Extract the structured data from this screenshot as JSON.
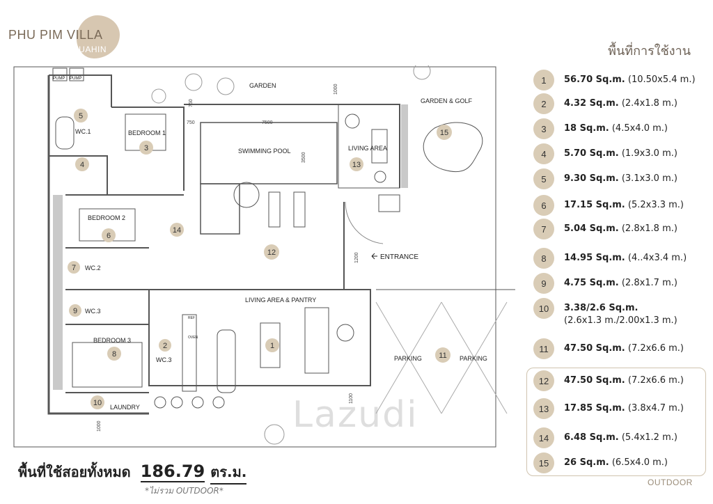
{
  "brand": {
    "name": "PHU PIM VILLA",
    "sub": "HUAHIN"
  },
  "legend_title": "พื้นที่การใช้งาน",
  "legend": [
    {
      "num": "1",
      "area": "56.70 Sq.m.",
      "dims": "(10.50x5.4 m.)"
    },
    {
      "num": "2",
      "area": "4.32 Sq.m.",
      "dims": "(2.4x1.8 m.)"
    },
    {
      "num": "3",
      "area": "18 Sq.m.",
      "dims": "(4.5x4.0 m.)"
    },
    {
      "num": "4",
      "area": "5.70 Sq.m.",
      "dims": "(1.9x3.0 m.)"
    },
    {
      "num": "5",
      "area": "9.30 Sq.m.",
      "dims": "(3.1x3.0 m.)"
    },
    {
      "num": "6",
      "area": "17.15 Sq.m.",
      "dims": "(5.2x3.3 m.)"
    },
    {
      "num": "7",
      "area": "5.04 Sq.m.",
      "dims": "(2.8x1.8 m.)"
    },
    {
      "num": "8",
      "area": "14.95 Sq.m.",
      "dims": "(4..4x3.4 m.)"
    },
    {
      "num": "9",
      "area": "4.75 Sq.m.",
      "dims": "(2.8x1.7 m.)"
    },
    {
      "num": "10",
      "area": "3.38/2.6 Sq.m.",
      "dims": "(2.6x1.3 m./2.00x1.3 m.)"
    },
    {
      "num": "11",
      "area": "47.50 Sq.m.",
      "dims": "(7.2x6.6 m.)"
    },
    {
      "num": "12",
      "area": "47.50 Sq.m.",
      "dims": "(7.2x6.6 m.)"
    },
    {
      "num": "13",
      "area": "17.85 Sq.m.",
      "dims": "(3.8x4.7 m.)"
    },
    {
      "num": "14",
      "area": "6.48 Sq.m.",
      "dims": "(5.4x1.2 m.)"
    },
    {
      "num": "15",
      "area": "26 Sq.m.",
      "dims": "(6.5x4.0 m.)"
    }
  ],
  "outdoor_label": "OUTDOOR",
  "total": {
    "label": "พื้นที่ใช้สอยทั้งหมด",
    "value": "186.79",
    "unit": "ตร.ม.",
    "note": "*ไม่รวม OUTDOOR*"
  },
  "watermark": "Lazudi",
  "plan": {
    "labels": {
      "garden": "GARDEN",
      "garden_golf": "GARDEN & GOLF",
      "pump1": "PUMP",
      "pump2": "PUMP",
      "wc1": "WC.1",
      "bedroom1": "BEDROOM 1",
      "swimming_pool": "SWIMMING POOL",
      "living_area_top": "LIVING AREA",
      "bedroom2": "BEDROOM 2",
      "wc2": "WC.2",
      "wc3a": "WC.3",
      "wc3b": "WC.3",
      "entrance": "ENTRANCE",
      "living_pantry": "LIVING AREA & PANTRY",
      "bedroom3": "BEDROOM 3",
      "laundry": "LAUNDRY",
      "parking1": "PARKING",
      "parking2": "PARKING",
      "ref": "REF",
      "oven": "OVEN"
    },
    "dims": {
      "d750a": "750",
      "d750b": "750",
      "d7500": "7500",
      "d3500": "3500",
      "d1000a": "1000",
      "d1200": "1200",
      "d1100": "1100",
      "d1000b": "1000"
    },
    "room_numbers": [
      "1",
      "2",
      "3",
      "4",
      "5",
      "6",
      "7",
      "8",
      "9",
      "10",
      "11",
      "12",
      "13",
      "14",
      "15"
    ]
  }
}
